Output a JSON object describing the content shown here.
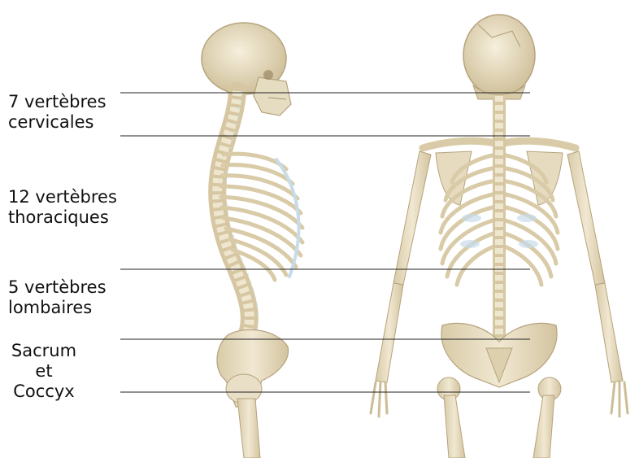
{
  "regions": [
    {
      "id": "cervical",
      "lines": [
        "7 vertèbres",
        "cervicales"
      ]
    },
    {
      "id": "thoracic",
      "lines": [
        "12 vertèbres",
        "thoraciques"
      ]
    },
    {
      "id": "lumbar",
      "lines": [
        "5 vertèbres",
        "lombaires"
      ]
    },
    {
      "id": "sacrum",
      "lines": [
        "Sacrum",
        "et",
        "Coccyx"
      ]
    }
  ],
  "colors": {
    "bone": "#e9dfc6",
    "bone_shadow": "#c9b994",
    "cartilage": "#c7dcea",
    "line": "#222222",
    "text": "#111111"
  }
}
